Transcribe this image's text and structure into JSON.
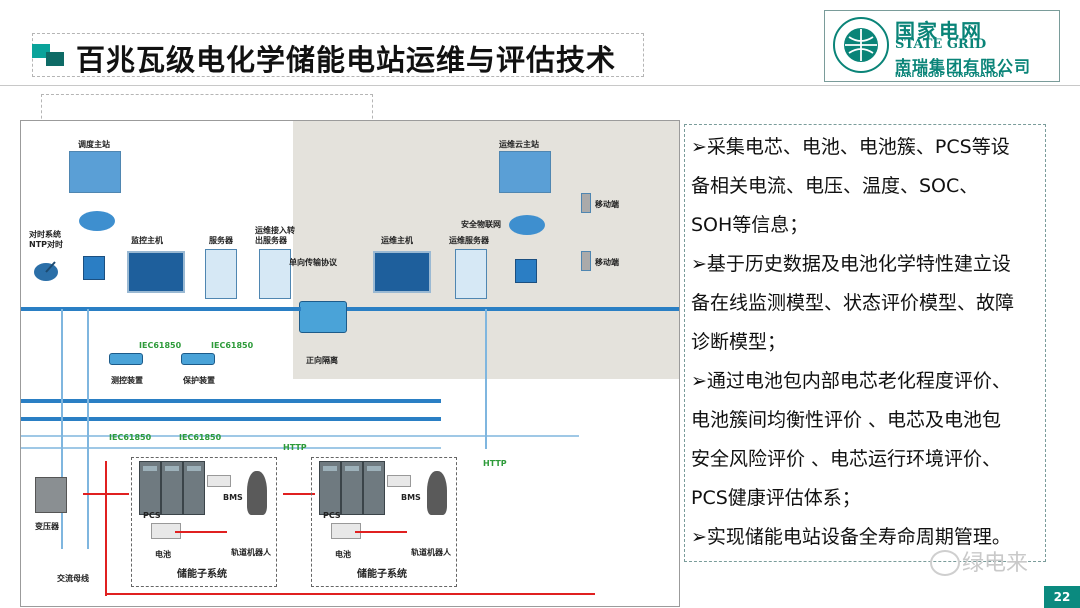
{
  "header": {
    "title": "百兆瓦级电化学储能电站运维与评估技术"
  },
  "logo": {
    "cn_name": "国家电网",
    "en_name": "STATE GRID",
    "sub_cn": "南瑞集团有限公司",
    "sub_en": "NARI GROUP CORPORATION"
  },
  "diagram": {
    "labels": {
      "dispatch_master": "调度主站",
      "ops_cloud_master": "运维云主站",
      "mobile_1": "移动端",
      "mobile_2": "移动端",
      "time_sync": "对时系统",
      "ntp": "NTP对时",
      "monitor_host": "监控主机",
      "server": "服务器",
      "ops_access": "运维接入转",
      "ops_access2": "出服务器",
      "ops_host": "运维主机",
      "iot": "安全物联网",
      "ops_server": "运维服务器",
      "oneway": "单向传输协议",
      "forward_isolation": "正向隔离",
      "iec_1": "IEC61850",
      "iec_2": "IEC61850",
      "protect_meas": "测控装置",
      "protection": "保护装置",
      "iec_3": "IEC61850",
      "iec_4": "IEC61850",
      "http_1": "HTTP",
      "http_2": "HTTP",
      "transformer": "变压器",
      "ac_bus": "交流母线",
      "pcs_1": "PCS",
      "bms_1": "BMS",
      "battery_1": "电池",
      "robot_1": "轨道机器人",
      "subsystem_1": "储能子系统",
      "pcs_2": "PCS",
      "bms_2": "BMS",
      "battery_2": "电池",
      "robot_2": "轨道机器人",
      "subsystem_2": "储能子系统"
    }
  },
  "bullets": {
    "line1": "➢采集电芯、电池、电池簇、PCS等设",
    "line2": "备相关电流、电压、温度、SOC、",
    "line3": "SOH等信息；",
    "line4": "➢基于历史数据及电池化学特性建立设",
    "line5": "备在线监测模型、状态评价模型、故障",
    "line6": "诊断模型；",
    "line7": "➢通过电池包内部电芯老化程度评价、",
    "line8": "电池簇间均衡性评价 、电芯及电池包",
    "line9": "安全风险评价 、电芯运行环境评价、",
    "line10": "PCS健康评估体系；",
    "line11": "➢实现储能电站设备全寿命周期管理。"
  },
  "watermark": "绿电来",
  "page_number": "22",
  "colors": {
    "brand": "#0a8478",
    "bus": "#2a7fc4",
    "power_line": "#e02020"
  }
}
